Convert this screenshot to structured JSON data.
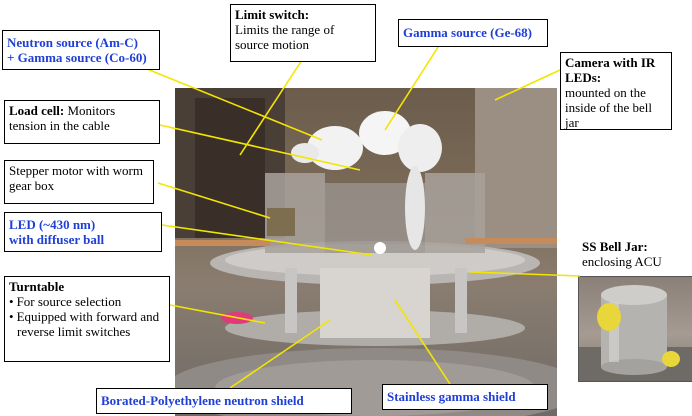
{
  "labels": {
    "limit_switch_title": "Limit switch:",
    "limit_switch_desc": "Limits the range of source motion",
    "neutron_source_line1": "Neutron source (Am-C)",
    "neutron_source_line2": "+ Gamma source (Co-60)",
    "gamma_source": "Gamma source (Ge-68)",
    "camera_title": "Camera with IR LEDs:",
    "camera_desc": "mounted on the inside of the bell jar",
    "load_cell_title": "Load cell:",
    "load_cell_desc": "Monitors tension in the cable",
    "stepper_motor": "Stepper motor with worm gear box",
    "led_line1": "LED (~430 nm)",
    "led_line2": "with diffuser ball",
    "turntable_title": "Turntable",
    "turntable_items": [
      "For source selection",
      "Equipped with forward and reverse limit switches"
    ],
    "bell_jar_title": "SS Bell Jar:",
    "bell_jar_desc": "enclosing ACU",
    "borated_shield": "Borated-Polyethylene neutron shield",
    "stainless_shield": "Stainless gamma shield"
  },
  "colors": {
    "highlight_text": "#1f3fd6",
    "leader_line": "#f2e600"
  }
}
